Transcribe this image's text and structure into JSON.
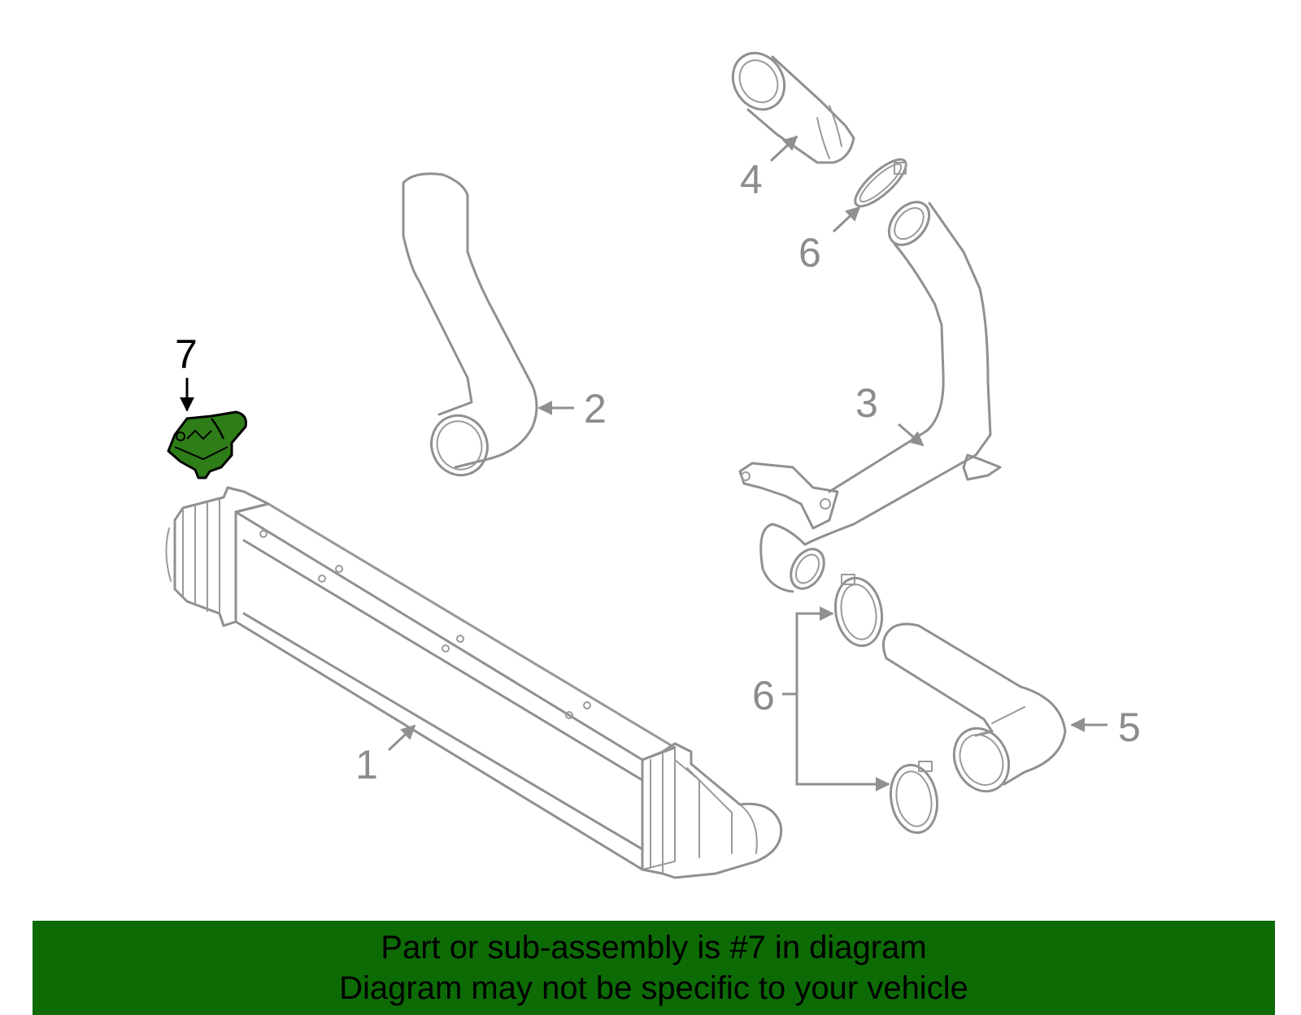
{
  "callouts": {
    "c1": "1",
    "c2": "2",
    "c3": "3",
    "c4": "4",
    "c5": "5",
    "c6a": "6",
    "c6b": "6",
    "c7": "7"
  },
  "banner": {
    "line1": "Part or sub-assembly is #7 in diagram",
    "line2": "Diagram may not be specific to your vehicle"
  },
  "colors": {
    "highlight": "#2e7d18",
    "banner": "#0d6b06",
    "line": "#909090"
  }
}
